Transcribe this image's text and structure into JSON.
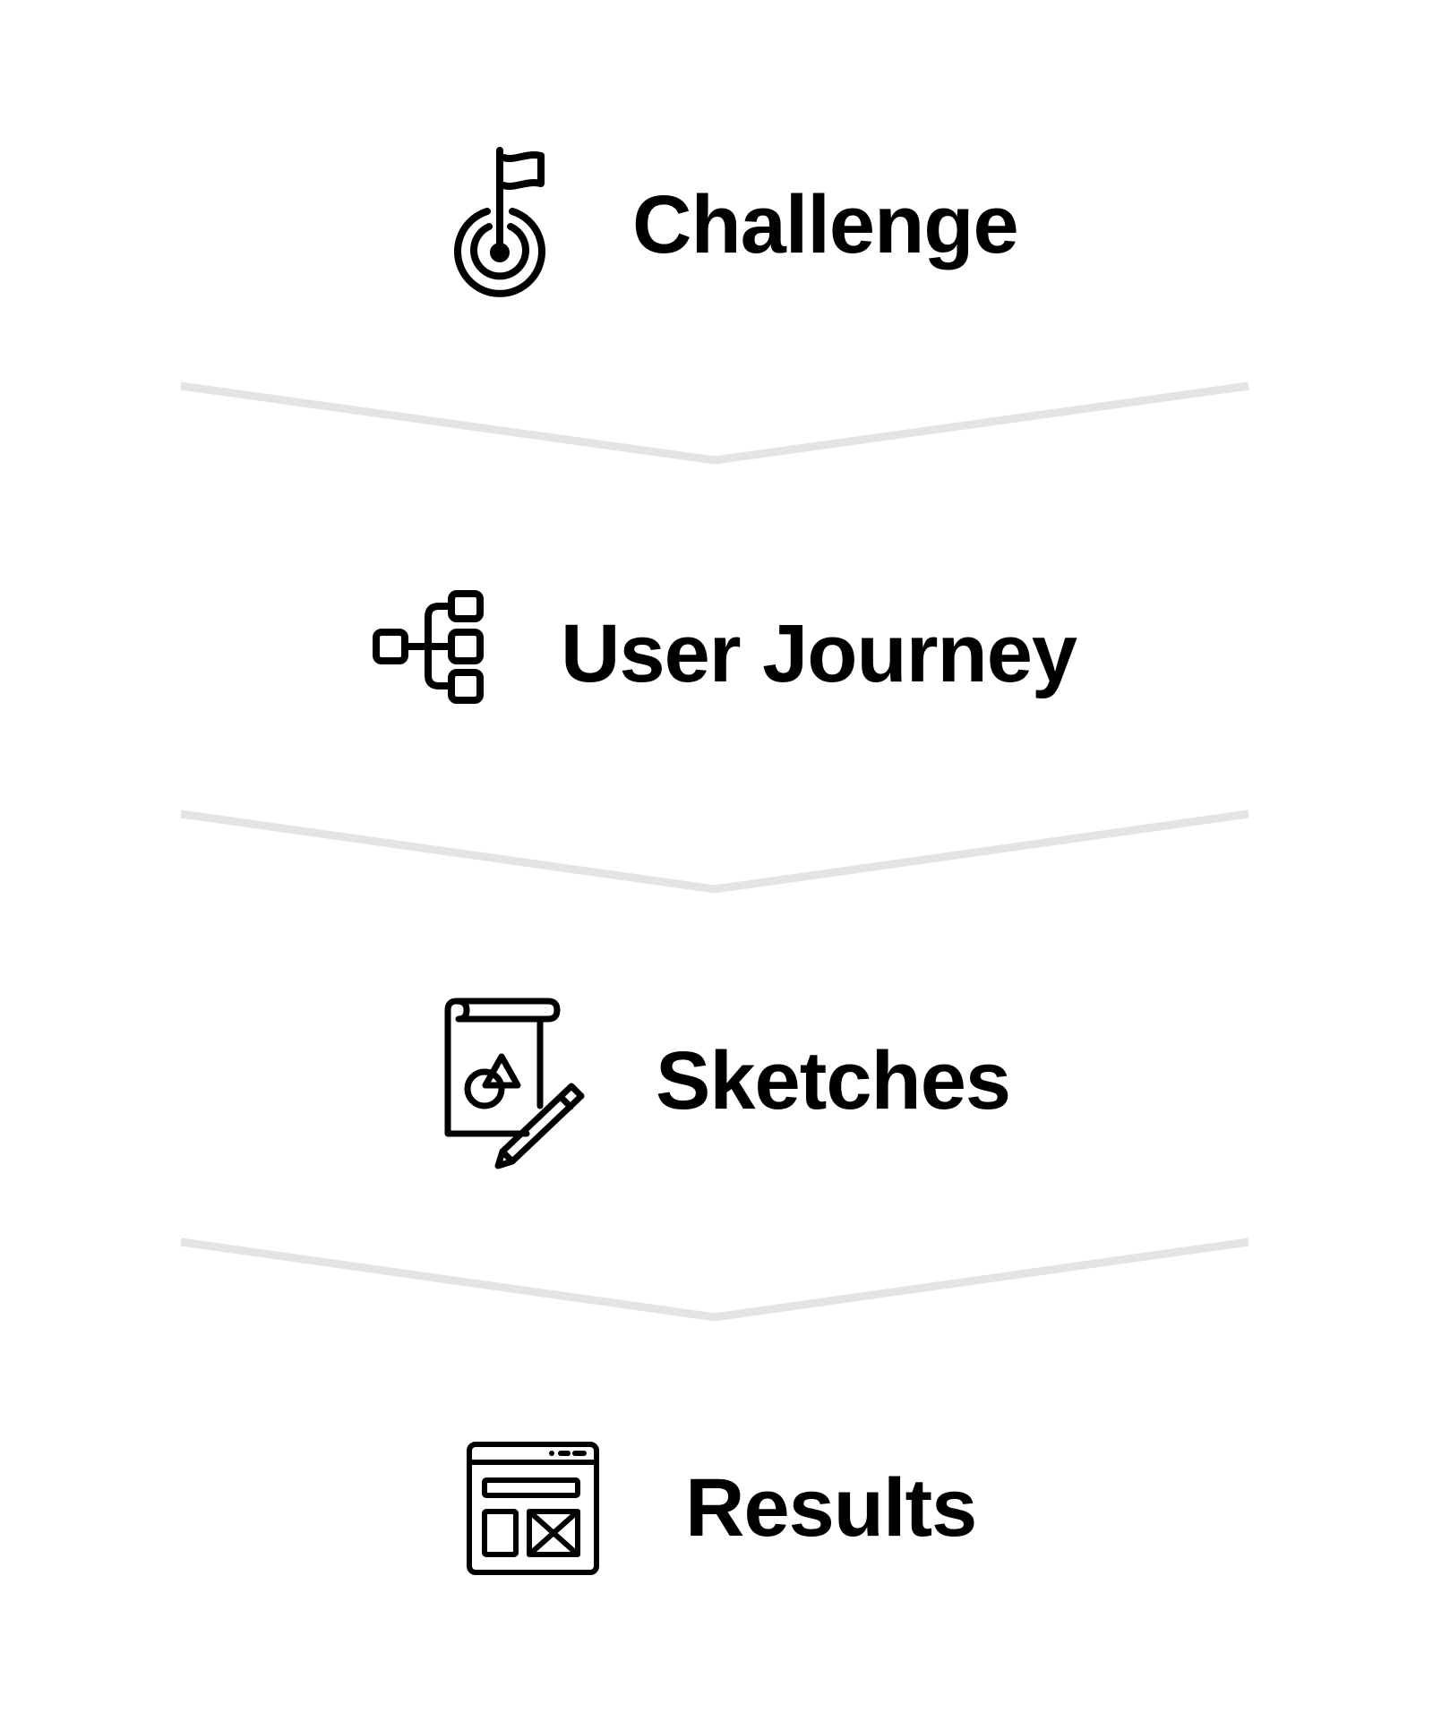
{
  "diagram": {
    "type": "process-flow",
    "colors": {
      "text": "#000000",
      "icon_stroke": "#000000",
      "divider": "#e4e4e4",
      "background": "#ffffff"
    },
    "steps": [
      {
        "label": "Challenge",
        "icon": "flag-target-icon"
      },
      {
        "label": "User Journey",
        "icon": "hierarchy-flow-icon"
      },
      {
        "label": "Sketches",
        "icon": "sketch-paper-pencil-icon"
      },
      {
        "label": "Results",
        "icon": "wireframe-browser-icon"
      }
    ],
    "dividers": [
      {
        "icon": "chevron-down-divider"
      },
      {
        "icon": "chevron-down-divider"
      },
      {
        "icon": "chevron-down-divider"
      }
    ]
  }
}
